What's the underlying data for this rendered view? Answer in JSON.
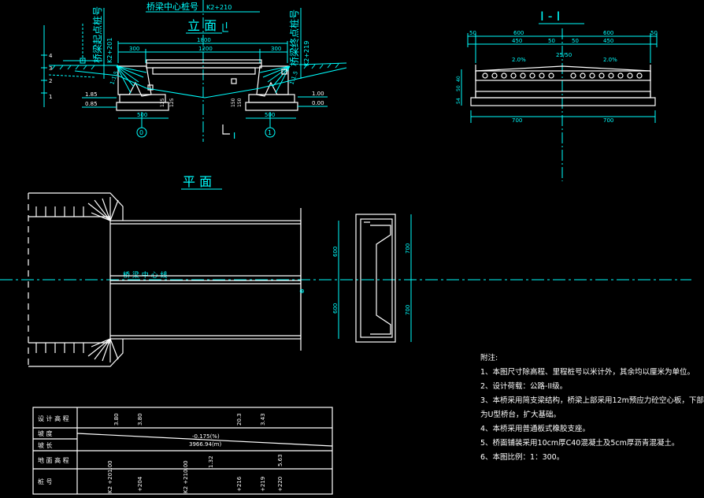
{
  "elevation": {
    "title": "立 面",
    "center_stake_label": "桥梁中心桩号",
    "center_stake_value": "K2+210",
    "start_label": "桥梁起点桩号",
    "start_value": "K2+201",
    "end_label": "桥梁终点桩号",
    "end_value": "K2+219",
    "section_mark": "I",
    "dims": {
      "total": "1800",
      "left": "300",
      "mid": "1200",
      "right": "300",
      "base_l": "500",
      "base_r": "500"
    },
    "slope": "1:1.5",
    "levels_left": [
      "1.85",
      "0.85"
    ],
    "levels_right": [
      "1.00",
      "0.00"
    ],
    "pier_numbers": [
      "0",
      "1"
    ],
    "heights": [
      "125",
      "150",
      "125",
      "150"
    ],
    "scale_marks": [
      "4",
      "3",
      "2",
      "1"
    ]
  },
  "section": {
    "title": "I - I",
    "top_dims": [
      "50",
      "600",
      "600",
      "50"
    ],
    "sub_dims": [
      "450",
      "50",
      "50",
      "450"
    ],
    "slope_l": "2.0%",
    "slope_r": "2.0%",
    "center_dim": "25/50",
    "bottom_dims": [
      "700",
      "700"
    ],
    "side_dims": [
      "40",
      "50",
      "54"
    ]
  },
  "plan": {
    "title": "平 面",
    "center_label": "桥 梁 中 心 线",
    "dims_a": [
      "600",
      "600"
    ],
    "dims_b": [
      "700",
      "700"
    ]
  },
  "table": {
    "rows": [
      "设 计 高 程",
      "坡 度",
      "坡 长",
      "地 面 高 程",
      "桩 号"
    ],
    "design_elev": [
      "3.80",
      "3.80",
      "20.3",
      "3.43"
    ],
    "slope_value": "-0.175(%)",
    "slope_len": "3966.94(m)",
    "ground_elev": [
      "1.32",
      "5.63"
    ],
    "stakes": [
      "K2\n+201.00",
      "+204",
      "K2\n+210.00",
      "+216",
      "+219",
      "+220"
    ]
  },
  "notes": {
    "heading": "附注:",
    "items": [
      "1、本图尺寸除高程、里程桩号以米计外，其余均以厘米为单位。",
      "2、设计荷载：公路-II级。",
      "3、本桥采用简支梁结构，桥梁上部采用12m预应力砼空心板，下部",
      "    为U型桥台，扩大基础。",
      "4、本桥采用普通板式橡胶支座。",
      "5、桥面铺装采用10cm厚C40混凝土及5cm厚沥青混凝土。",
      "6、本图比例：1：300。"
    ]
  }
}
